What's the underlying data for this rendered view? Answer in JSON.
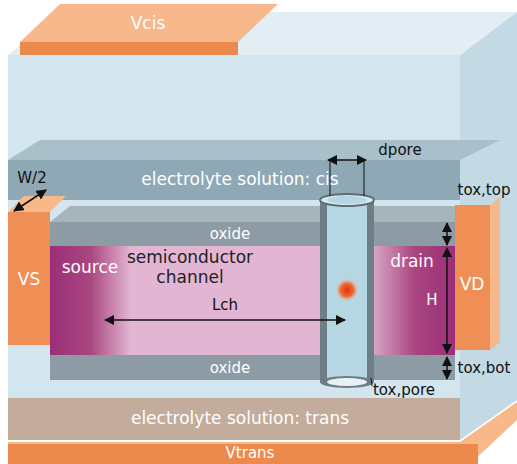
{
  "diagram": {
    "nodes": [
      {
        "text": [
          "Vcis"
        ]
      },
      {
        "text": [
          "electrolyte solution: cis"
        ]
      },
      {
        "text": [
          "VS"
        ]
      },
      {
        "text": [
          "source"
        ]
      },
      {
        "text": [
          "semiconductor channel"
        ]
      },
      {
        "text": [
          "drain"
        ]
      },
      {
        "text": [
          "VD"
        ]
      },
      {
        "text": [
          "electrolyte solution: trans"
        ]
      },
      {
        "text": [
          "Vtrans"
        ]
      }
    ],
    "labels": [
      "W/2",
      "dpore",
      "tox,top",
      "oxide",
      "H",
      "Lch",
      "oxide",
      "tox,pore",
      "tox,bot"
    ]
  }
}
